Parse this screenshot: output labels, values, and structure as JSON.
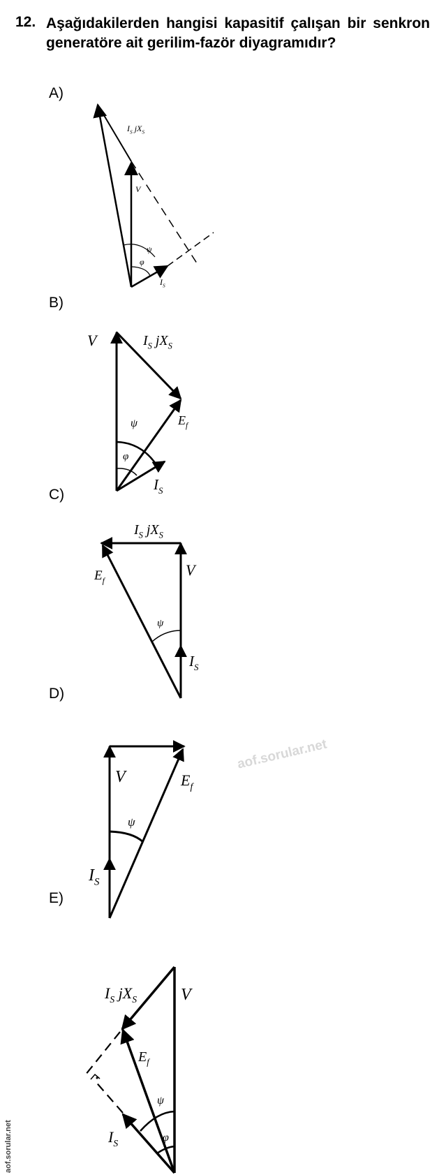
{
  "question": {
    "number": "12.",
    "text": "Aşağıdakilerden hangisi kapasitif çalışan bir senkron generatöre ait gerilim-fazör diyagramıdır?"
  },
  "options": [
    {
      "label": "A)",
      "symbols": {
        "is_jxs": "IsjXs",
        "v": "V",
        "psi": "ψ",
        "phi": "φ",
        "is": "Is"
      }
    },
    {
      "label": "B)",
      "symbols": {
        "v": "V",
        "is_jxs": "IsjXs",
        "psi": "ψ",
        "ef": "Ef",
        "phi": "φ",
        "is": "Is"
      }
    },
    {
      "label": "C)",
      "symbols": {
        "is_jxs": "IsjXs",
        "v": "V",
        "ef": "Ef",
        "psi": "ψ",
        "is": "Is"
      }
    },
    {
      "label": "D)",
      "symbols": {
        "v": "V",
        "ef": "Ef",
        "psi": "ψ",
        "is": "Is"
      }
    },
    {
      "label": "E)",
      "symbols": {
        "is_jxs": "IsjXs",
        "v": "V",
        "ef": "Ef",
        "psi": "ψ",
        "phi": "φ",
        "is": "Is"
      }
    }
  ],
  "watermark": "aof.sorular.net",
  "side_watermark": "aof.sorular.net"
}
